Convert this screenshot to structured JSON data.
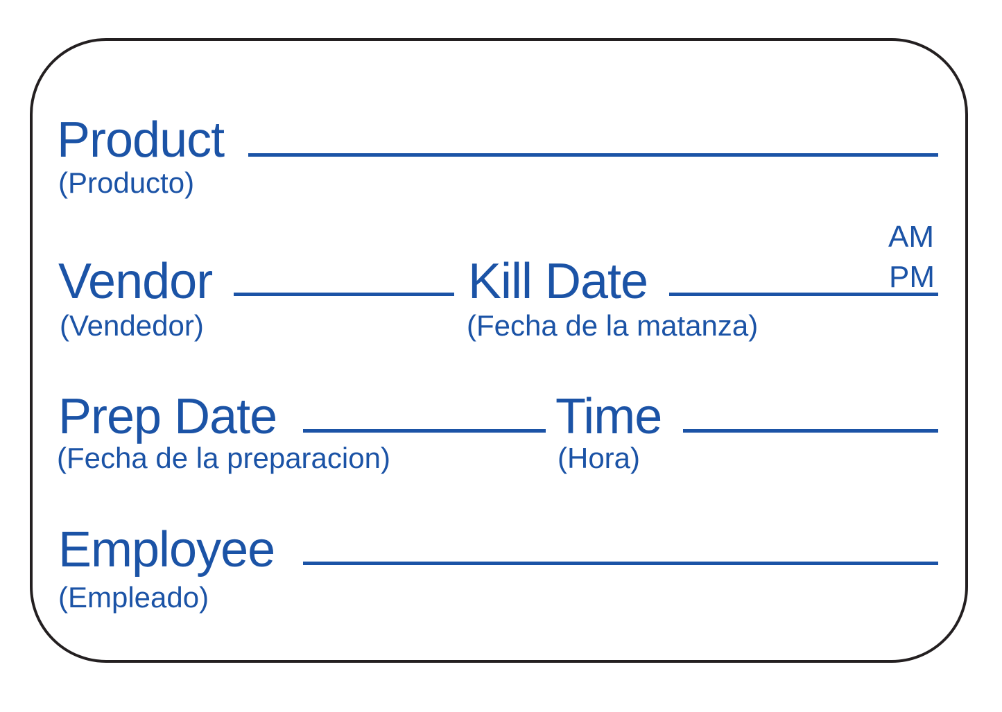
{
  "label": {
    "accent_color": "#1b53a6",
    "border_color": "#231f20",
    "fields": [
      {
        "id": "product",
        "label": "Product",
        "translation": "(Producto)"
      },
      {
        "id": "vendor",
        "label": "Vendor",
        "translation": "(Vendedor)"
      },
      {
        "id": "kill_date",
        "label": "Kill Date",
        "translation": "(Fecha de la matanza)"
      },
      {
        "id": "prep_date",
        "label": "Prep Date",
        "translation": "(Fecha de la preparacion)"
      },
      {
        "id": "time",
        "label": "Time",
        "translation": "(Hora)"
      },
      {
        "id": "employee",
        "label": "Employee",
        "translation": "(Empleado)"
      }
    ],
    "am_label": "AM",
    "pm_label": "PM"
  }
}
